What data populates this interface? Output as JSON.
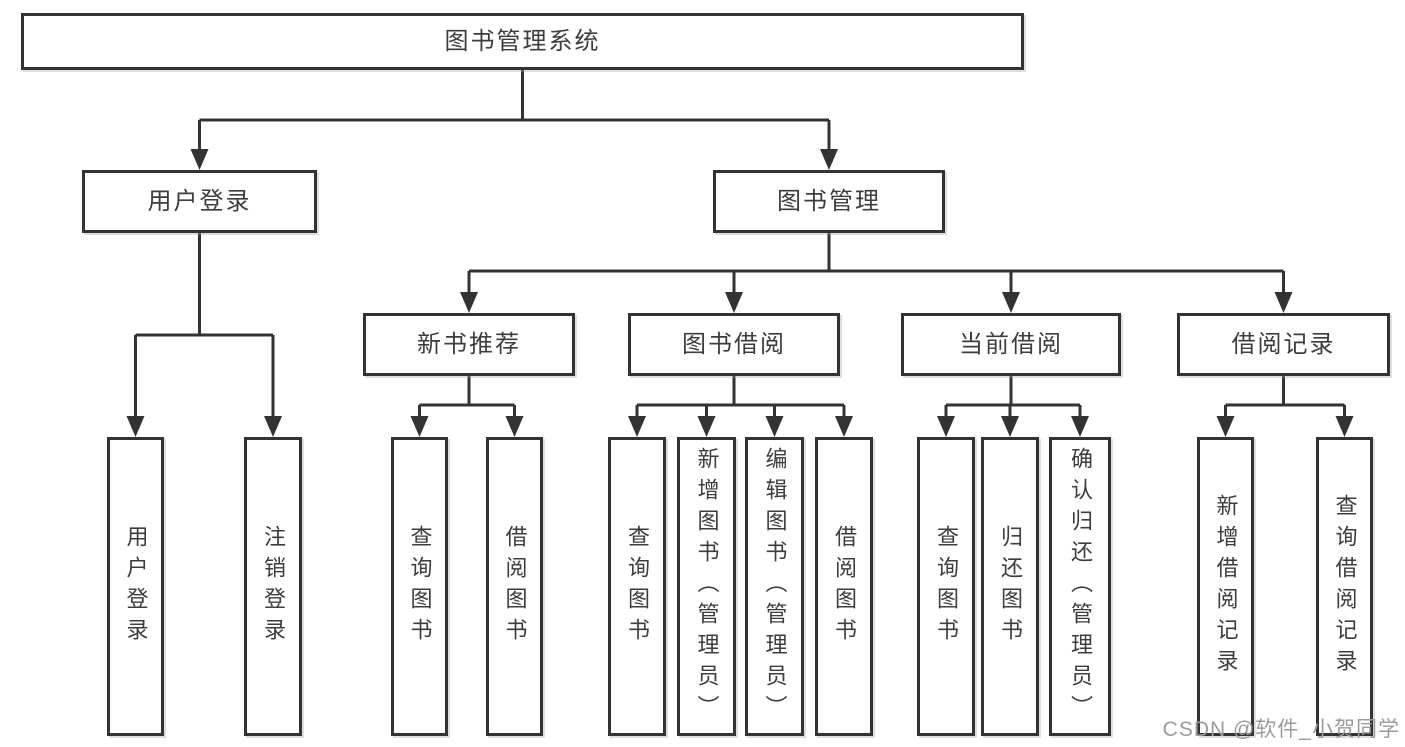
{
  "diagram_type": "hierarchy-tree",
  "colors": {
    "line": "#333333",
    "text": "#3d3d3d",
    "background": "#ffffff",
    "watermark": "#9b9b9b"
  },
  "watermark": "CSDN @软件_小贺同学",
  "tree": {
    "label": "图书管理系统",
    "children": [
      {
        "label": "用户登录",
        "children": [
          {
            "label": "用户登录"
          },
          {
            "label": "注销登录"
          }
        ]
      },
      {
        "label": "图书管理",
        "children": [
          {
            "label": "新书推荐",
            "children": [
              {
                "label": "查询图书"
              },
              {
                "label": "借阅图书"
              }
            ]
          },
          {
            "label": "图书借阅",
            "children": [
              {
                "label": "查询图书"
              },
              {
                "label": "新增图书（管理员）"
              },
              {
                "label": "编辑图书（管理员）"
              },
              {
                "label": "借阅图书"
              }
            ]
          },
          {
            "label": "当前借阅",
            "children": [
              {
                "label": "查询图书"
              },
              {
                "label": "归还图书"
              },
              {
                "label": "确认归还（管理员）"
              }
            ]
          },
          {
            "label": "借阅记录",
            "children": [
              {
                "label": "新增借阅记录"
              },
              {
                "label": "查询借阅记录"
              }
            ]
          }
        ]
      }
    ]
  }
}
